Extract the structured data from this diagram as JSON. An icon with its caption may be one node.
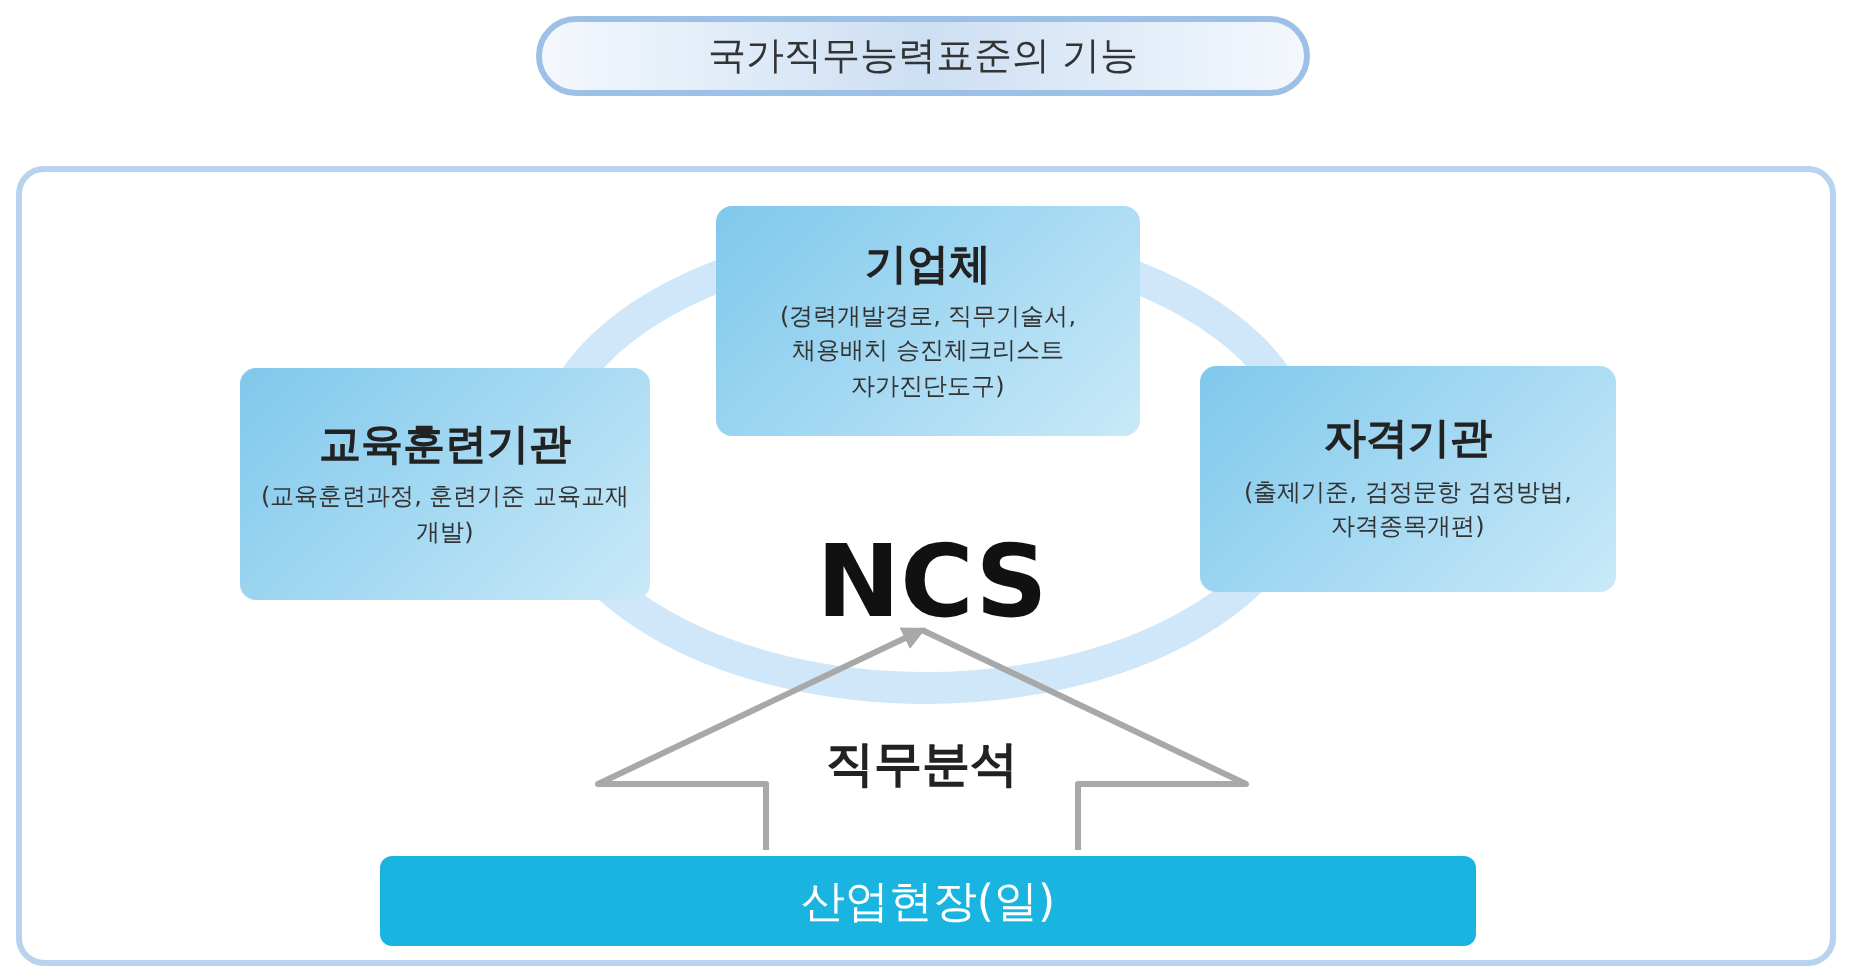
{
  "diagram": {
    "nodes": [
      {
        "text": [
          "국가직무능력표준의 기능"
        ]
      },
      {
        "text": [],
        "shape": "box"
      },
      {
        "text": [
          "기업체",
          "(경력개발경로, 직무기술서, 채용배치 승진체크리스트 자가진단도구)"
        ],
        "in": 1
      },
      {
        "text": [
          "교육훈련기관",
          "(교육훈련과정, 훈련기준 교육교재 개발)"
        ],
        "in": 1
      },
      {
        "text": [
          "자격기관",
          "(출제기준, 검정문항 검정방법, 자격종목개편)"
        ],
        "in": 1
      },
      {
        "text": [
          "NCS"
        ],
        "in": 1
      },
      {
        "text": [
          "산업현장(일)"
        ],
        "in": 1
      }
    ],
    "edges": [
      {
        "from": 6,
        "to": 5,
        "arrow": "to",
        "label": "직무분석"
      }
    ]
  }
}
